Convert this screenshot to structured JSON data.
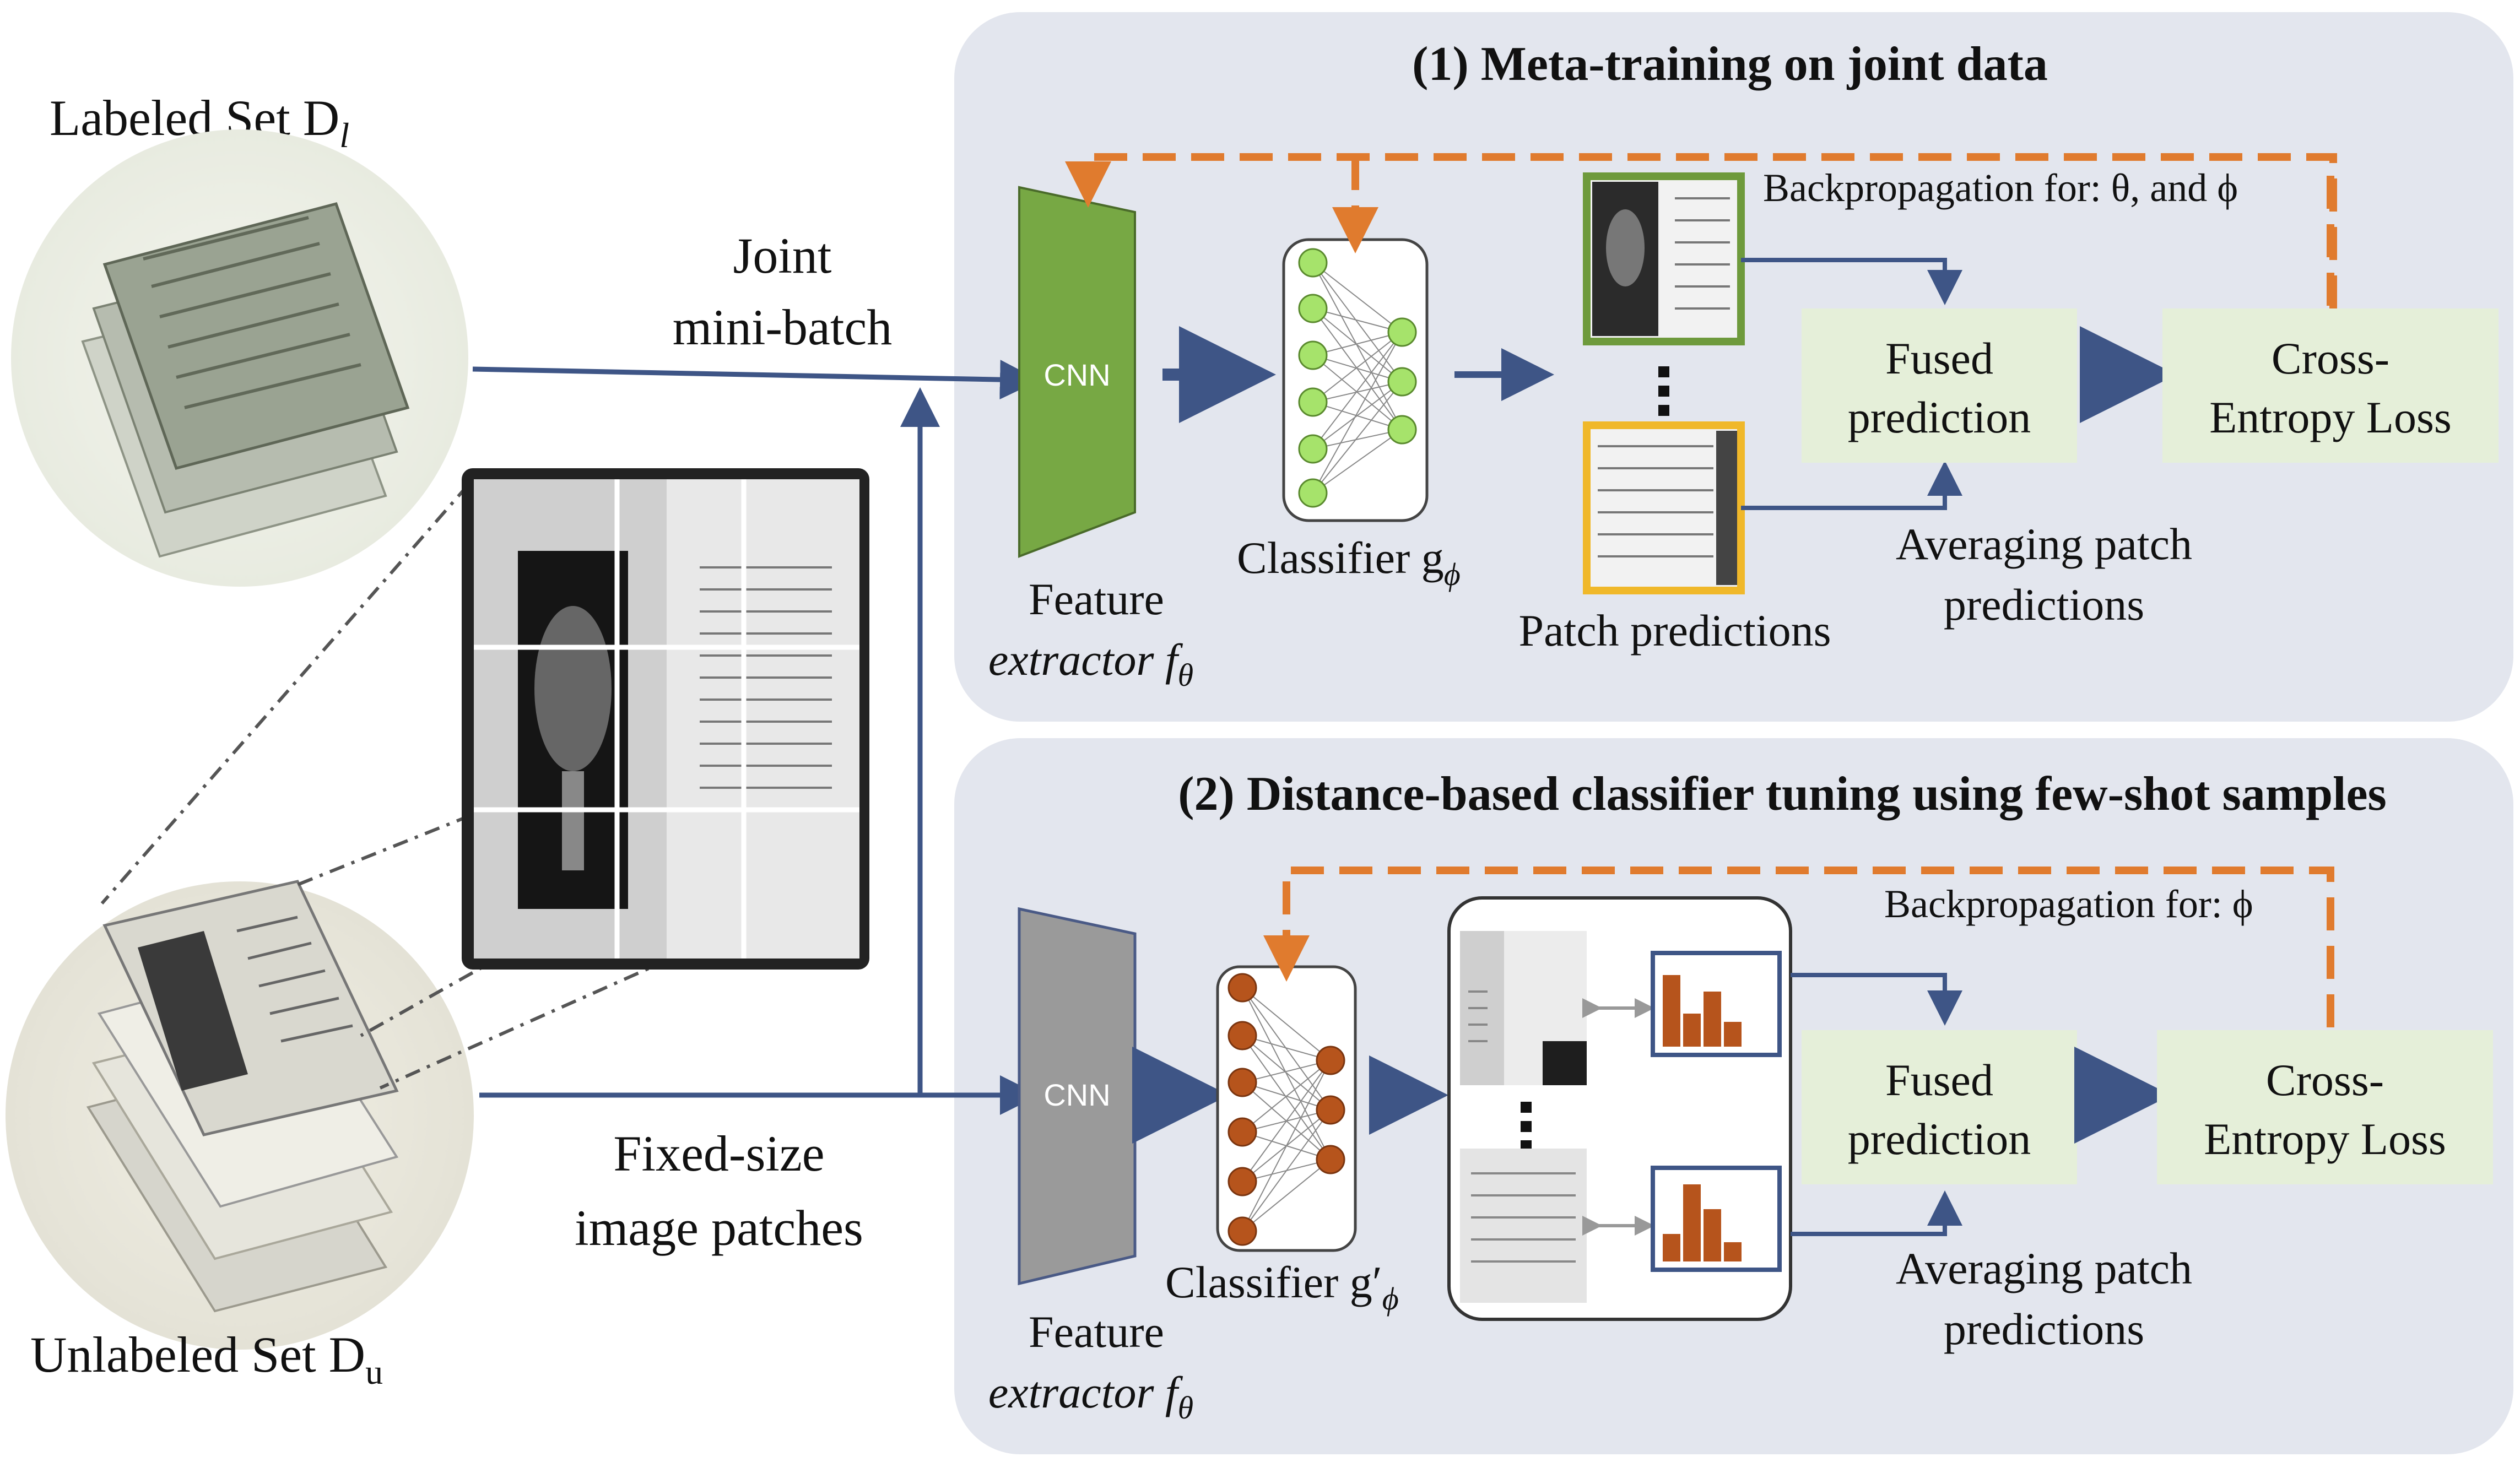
{
  "labeled_set": {
    "label": "Labeled Set D",
    "subscript": "l"
  },
  "unlabeled_set": {
    "label": "Unlabeled Set D",
    "subscript": "u"
  },
  "joint_batch": {
    "line1": "Joint",
    "line2": "mini-batch"
  },
  "patches": {
    "line1": "Fixed-size",
    "line2": "image patches"
  },
  "stage1": {
    "title": "(1) Meta-training on joint data",
    "cnn_label": "CNN",
    "feature_line1": "Feature",
    "feature_line2": "extractor f",
    "feature_sub": "θ",
    "classifier": "Classifier g",
    "classifier_sub": "ϕ",
    "backprop": "Backpropagation for: θ, and ϕ",
    "patch_predictions": "Patch predictions",
    "fused_line1": "Fused",
    "fused_line2": "prediction",
    "loss_line1": "Cross-",
    "loss_line2": "Entropy Loss",
    "averaging_line1": "Averaging patch",
    "averaging_line2": "predictions"
  },
  "stage2": {
    "title": "(2) Distance-based classifier tuning using few-shot samples",
    "cnn_label": "CNN",
    "feature_line1": "Feature",
    "feature_line2": "extractor f",
    "feature_sub": "θ",
    "classifier": "Classifier g′",
    "classifier_sub": "ϕ",
    "backprop": "Backpropagation for: ϕ",
    "fused_line1": "Fused",
    "fused_line2": "prediction",
    "loss_line1": "Cross-",
    "loss_line2": "Entropy Loss",
    "averaging_line1": "Averaging patch",
    "averaging_line2": "predictions"
  },
  "colors": {
    "panel": "#e3e6ee",
    "arrow": "#3e5586",
    "orange": "#e07b2e",
    "green_cnn": "#77a844",
    "gray_cnn": "#9a9a9a",
    "box": "#e5efd9",
    "node_green": "#a6e36b",
    "node_brown": "#b6541c",
    "patch_green_border": "#6e9a3c",
    "patch_yellow_border": "#f0b82a"
  },
  "icons": [
    "document-stack-icon",
    "book-page-icon",
    "neural-network-icon",
    "histogram-icon",
    "vertical-ellipsis-icon"
  ]
}
